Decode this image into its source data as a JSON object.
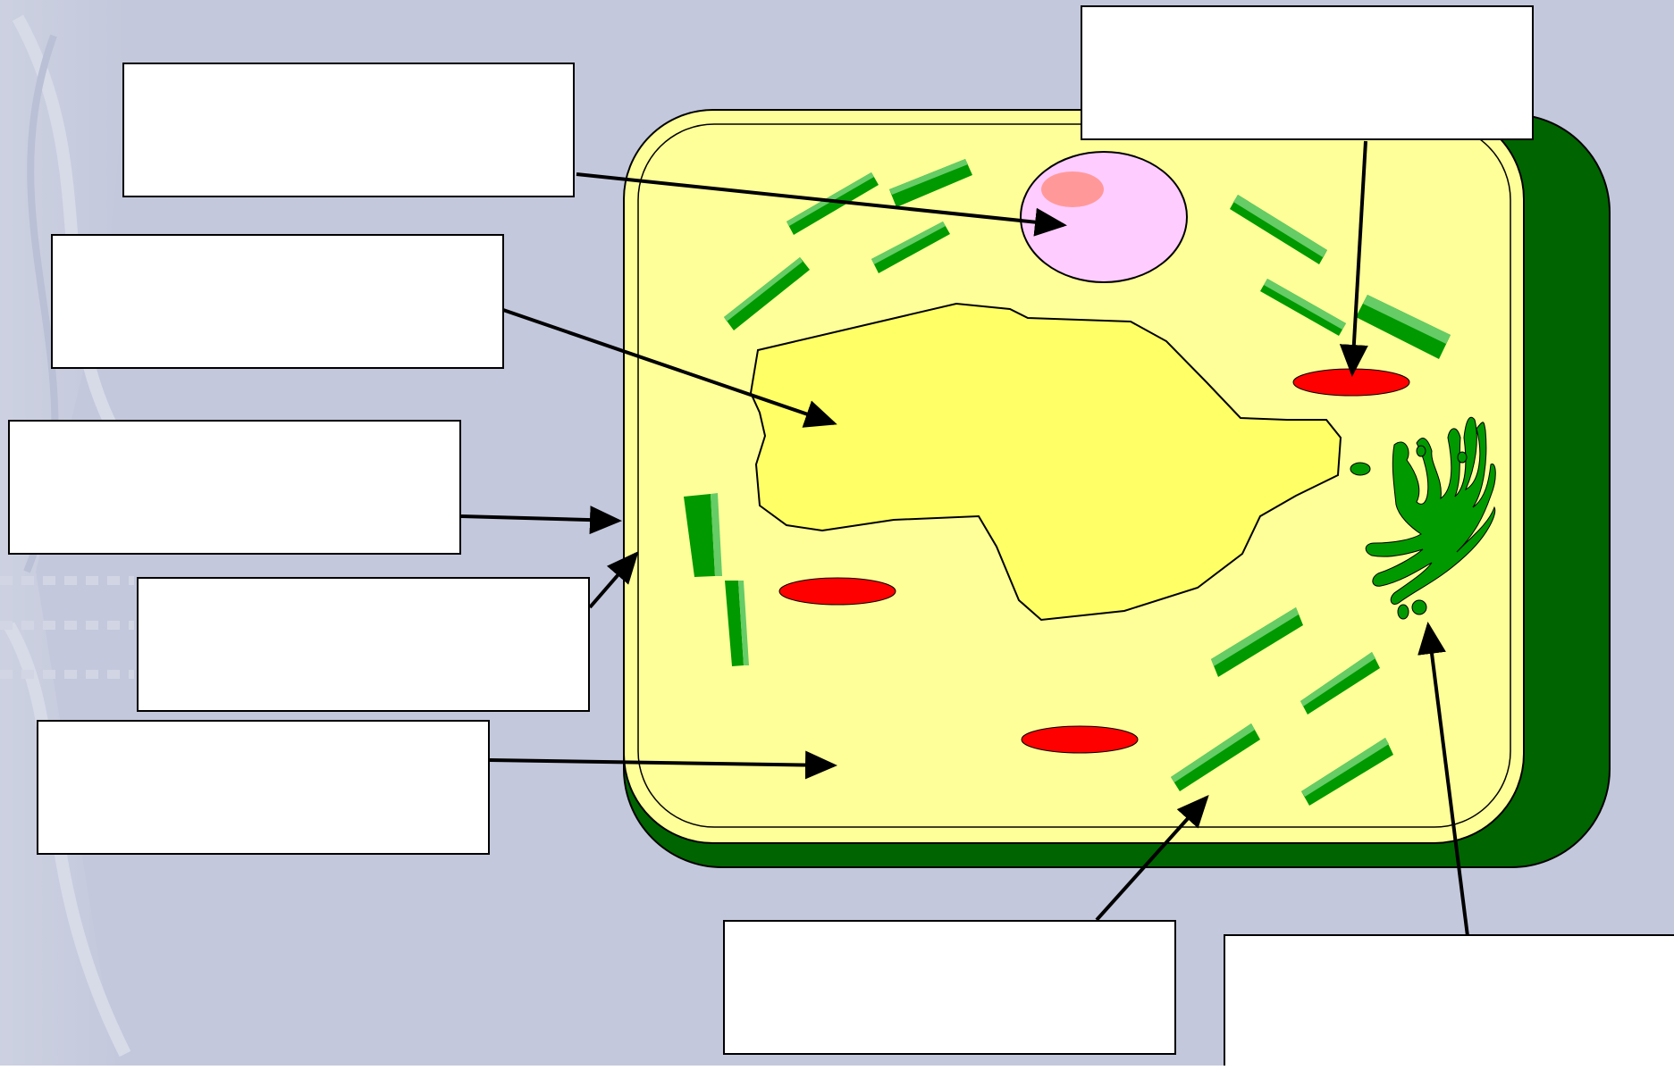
{
  "colors": {
    "background": "#c3c8dc",
    "cell_wall": "#006400",
    "cytoplasm": "#ffff99",
    "vacuole": "#ffff66",
    "nucleus": "#ffccff",
    "nucleolus": "#ff9999",
    "chloroplast": "#009900",
    "chloroplast_highlight": "#66cc66",
    "mitochondria": "#ff0000",
    "golgi": "#009900",
    "label_box": "#ffffff",
    "arrow": "#000000"
  },
  "label_boxes": [
    {
      "id": "nucleus-label",
      "text": ""
    },
    {
      "id": "vacuole-label",
      "text": ""
    },
    {
      "id": "cell-membrane-label",
      "text": ""
    },
    {
      "id": "cell-wall-label",
      "text": ""
    },
    {
      "id": "cytoplasm-label",
      "text": ""
    },
    {
      "id": "mitochondria-label",
      "text": ""
    },
    {
      "id": "chloroplast-label",
      "text": ""
    },
    {
      "id": "golgi-label",
      "text": ""
    }
  ]
}
